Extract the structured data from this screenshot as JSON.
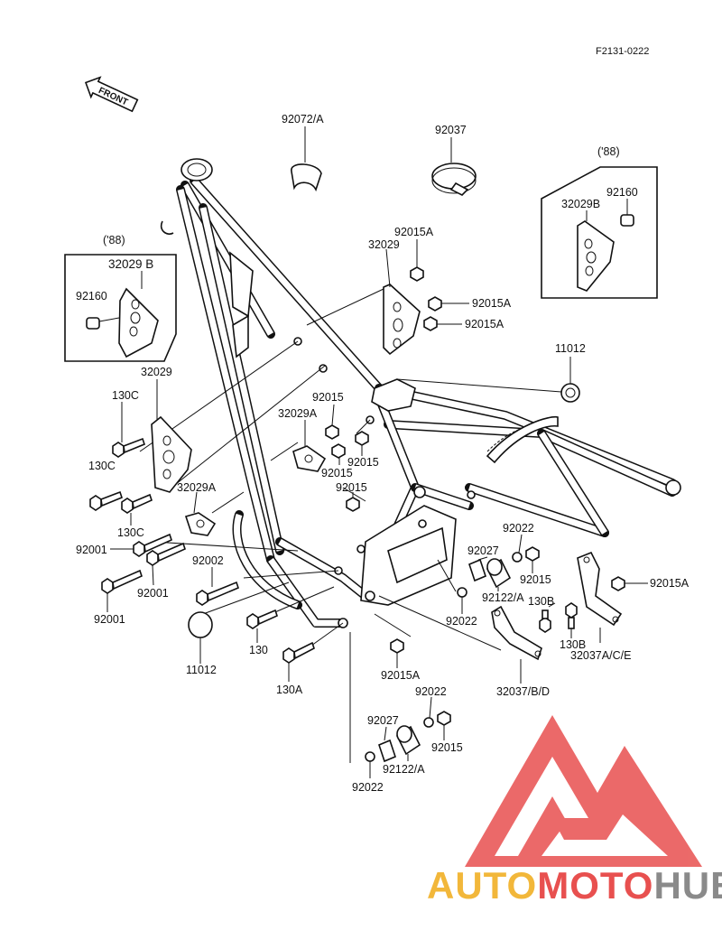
{
  "diagram": {
    "code": "F2131-0222",
    "front_label": "FRONT",
    "inset_left": {
      "year": "('88)",
      "part_a": "32029 B",
      "part_b": "92160"
    },
    "inset_right": {
      "year": "('88)",
      "part_a": "32029B",
      "part_b": "92160"
    },
    "labels": {
      "l92072A": "92072/A",
      "l92037": "92037",
      "l92015A_top": "92015A",
      "l32029_top": "32029",
      "l92015A_r1": "92015A",
      "l92015A_r2": "92015A",
      "l11012_r": "11012",
      "l32029_left": "32029",
      "l130C_1": "130C",
      "l130C_2": "130C",
      "l130C_3": "130C",
      "l92015_c1": "92015",
      "l32029A_1": "32029A",
      "l92015_c2": "92015",
      "l92015_c3": "92015",
      "l92015_c4": "92015",
      "l32029A_2": "32029A",
      "l92001_1": "92001",
      "l92001_2": "92001",
      "l92001_3": "92001",
      "l92002": "92002",
      "l11012_l": "11012",
      "l130": "130",
      "l130A": "130A",
      "l92015A_bot": "92015A",
      "l92022_1": "92022",
      "l92027_1": "92027",
      "l92015_r": "92015",
      "l92122A_1": "92122/A",
      "l92022_2": "92022",
      "l130B_1": "130B",
      "l130B_2": "130B",
      "l92015A_rr": "92015A",
      "l32037ACE": "32037A/C/E",
      "l32037BD": "32037/B/D",
      "l92022_3": "92022",
      "l92027_2": "92027",
      "l92015_b": "92015",
      "l92122A_2": "92122/A",
      "l92022_4": "92022"
    }
  },
  "watermark": {
    "part1": "AUTO",
    "part2": "MOTO",
    "part3": "HUB",
    "colors": {
      "auto": "#f2b73a",
      "moto": "#e8504f",
      "hub": "#8a8a8a",
      "triangle": "#e8504f"
    }
  }
}
